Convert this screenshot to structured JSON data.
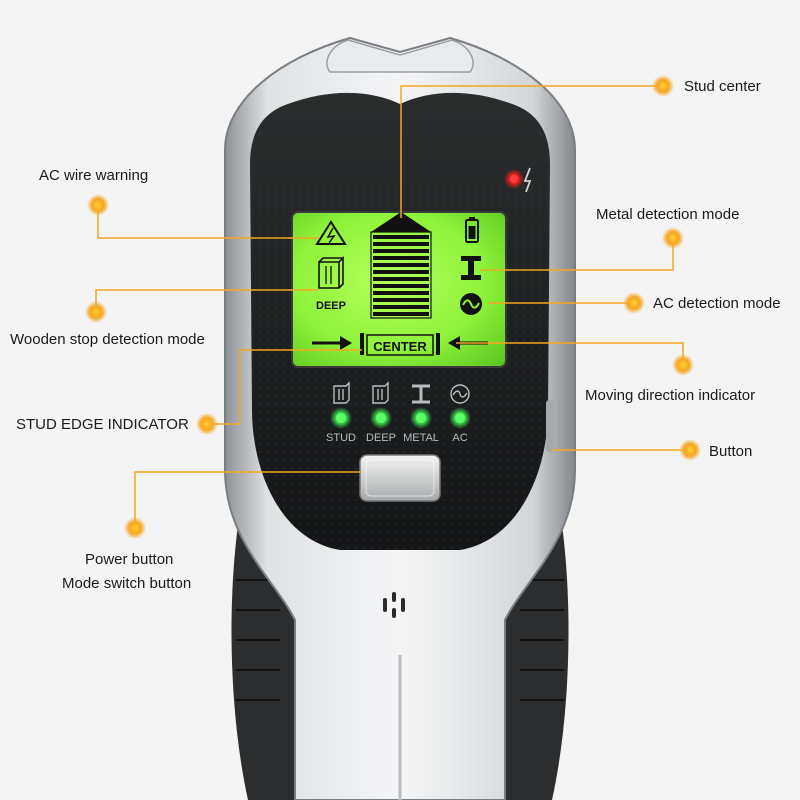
{
  "callouts": {
    "stud_center": "Stud center",
    "ac_wire_warning": "AC wire warning",
    "metal_detection_mode": "Metal detection mode",
    "ac_detection_mode": "AC detection mode",
    "wooden_stop_detection_mode": "Wooden stop detection mode",
    "moving_direction_indicator": "Moving direction indicator",
    "stud_edge_indicator": "STUD EDGE INDICATOR",
    "button": "Button",
    "power_button": "Power button",
    "mode_switch_button": "Mode switch button"
  },
  "screen": {
    "deep_label": "DEEP",
    "center_label": "CENTER"
  },
  "indicators": [
    {
      "label": "STUD"
    },
    {
      "label": "DEEP"
    },
    {
      "label": "METAL"
    },
    {
      "label": "AC"
    }
  ],
  "colors": {
    "background": "#f3f4f3",
    "callout_accent": "#f5a623",
    "lcd_green": "#8ef23a",
    "led_green": "#39e04a",
    "warning_led": "#e81e1e",
    "device_body": "#c8cbcd",
    "face_dark": "#222425"
  },
  "icons": [
    "ac-warning-icon",
    "battery-icon",
    "metal-beam-icon",
    "ac-wave-icon",
    "wood-stud-icon",
    "arrow-right-icon",
    "arrow-left-icon",
    "speaker-icon"
  ]
}
